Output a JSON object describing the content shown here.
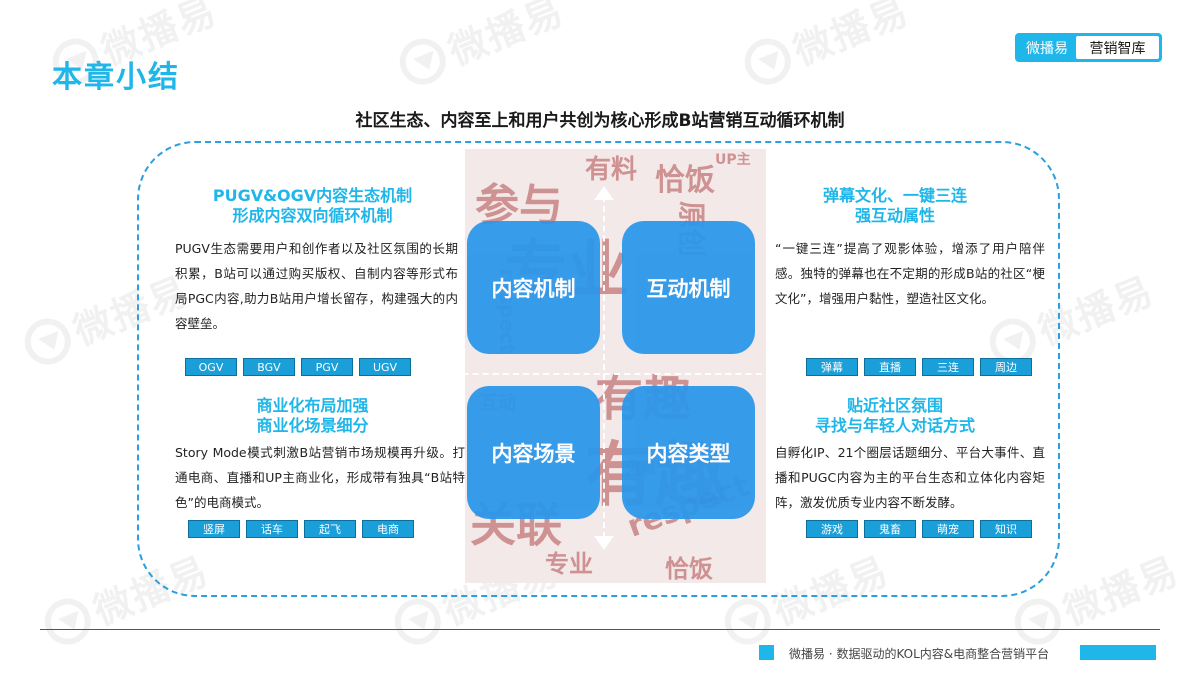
{
  "header": {
    "page_title": "本章小结",
    "brand_name": "微播易",
    "brand_sub": "营销智库",
    "subtitle": "社区生态、内容至上和用户共创为核心形成B站营销互动循环机制"
  },
  "watermark": {
    "text": "微播易"
  },
  "quadrants": {
    "top_left": "内容机制",
    "top_right": "互动机制",
    "bottom_left": "内容场景",
    "bottom_right": "内容类型"
  },
  "word_cloud": [
    "有料",
    "恰饭",
    "原创",
    "UP主",
    "参与",
    "专业",
    "有趣",
    "respect",
    "鬼畜",
    "互动",
    "关联",
    "专业",
    "有趣",
    "恰饭",
    "respect"
  ],
  "blocks": {
    "top_left": {
      "title_line1": "PUGV&OGV内容生态机制",
      "title_line2": "形成内容双向循环机制",
      "body": "PUGV生态需要用户和创作者以及社区氛围的长期积累，B站可以通过购买版权、自制内容等形式布局PGC内容,助力B站用户增长留存，构建强大的内容壁垒。",
      "tags": [
        "OGV",
        "BGV",
        "PGV",
        "UGV"
      ]
    },
    "top_right": {
      "title_line1": "弹幕文化、一键三连",
      "title_line2": "强互动属性",
      "body": "“一键三连”提高了观影体验，增添了用户陪伴感。独特的弹幕也在不定期的形成B站的社区“梗文化”，增强用户黏性，塑造社区文化。",
      "tags": [
        "弹幕",
        "直播",
        "三连",
        "周边"
      ]
    },
    "bottom_left": {
      "title_line1": "商业化布局加强",
      "title_line2": "商业化场景细分",
      "body": "Story Mode模式刺激B站营销市场规模再升级。打通电商、直播和UP主商业化，形成带有独具“B站特色”的电商模式。",
      "tags": [
        "竖屏",
        "话车",
        "起飞",
        "电商"
      ]
    },
    "bottom_right": {
      "title_line1": "贴近社区氛围",
      "title_line2": "寻找与年轻人对话方式",
      "body": "自孵化IP、21个圈层话题细分、平台大事件、直播和PUGC内容为主的平台生态和立体化内容矩阵，激发优质专业内容不断发酵。",
      "tags": [
        "游戏",
        "鬼畜",
        "萌宠",
        "知识"
      ]
    }
  },
  "footer": {
    "text": "微播易 · 数据驱动的KOL内容&电商整合营销平台"
  },
  "colors": {
    "accent": "#1fb6e9",
    "quadrant": "#2b97ea",
    "tag": "#1a9fd9",
    "cloud_word": "#a52a2a"
  }
}
